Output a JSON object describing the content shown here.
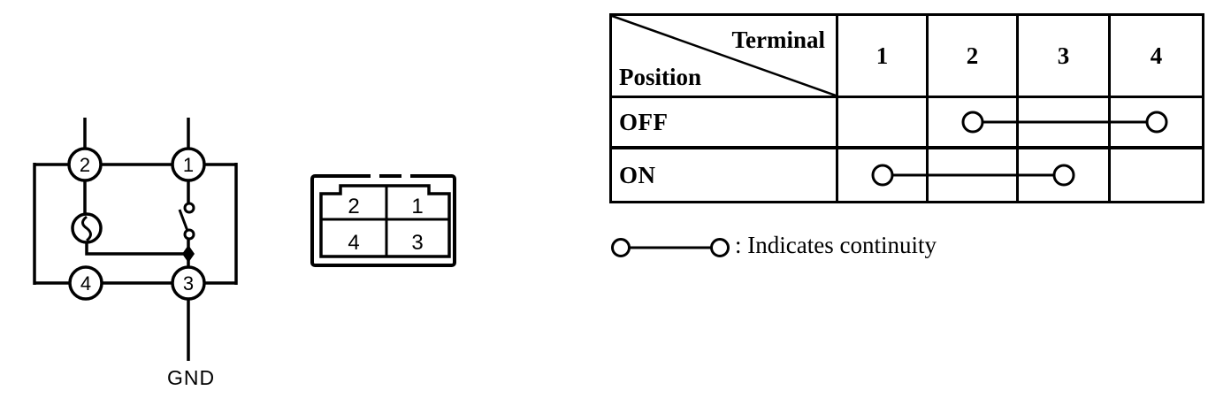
{
  "colors": {
    "ink": "#000000",
    "paper": "#ffffff"
  },
  "circuit": {
    "terminals": {
      "t1": "1",
      "t2": "2",
      "t3": "3",
      "t4": "4"
    },
    "ground_label": "GND",
    "components": [
      "lamp",
      "switch-open"
    ]
  },
  "connector": {
    "pins": {
      "top_left": "2",
      "top_right": "1",
      "bottom_left": "4",
      "bottom_right": "3"
    }
  },
  "table": {
    "corner": {
      "terminal_label": "Terminal",
      "position_label": "Position"
    },
    "columns": [
      "1",
      "2",
      "3",
      "4"
    ],
    "rows": [
      {
        "position": "OFF",
        "continuity_between": [
          "2",
          "4"
        ]
      },
      {
        "position": "ON",
        "continuity_between": [
          "1",
          "3"
        ]
      }
    ]
  },
  "legend": {
    "label": ": Indicates continuity"
  }
}
